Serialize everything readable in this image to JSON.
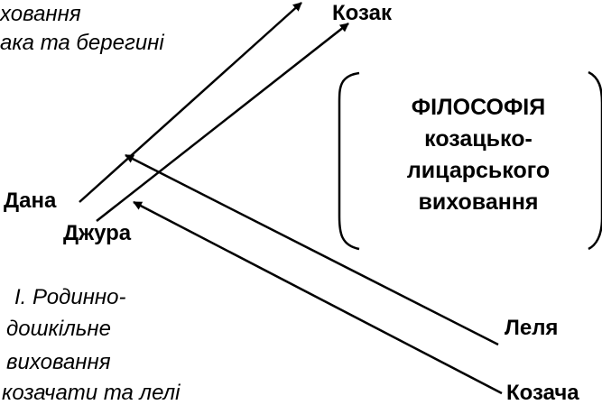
{
  "header": {
    "line1": "ховання",
    "line2": "ака та берегині"
  },
  "nodes": {
    "kozak": "Козак",
    "dana": "Дана",
    "dzhura": "Джура",
    "lelia": "Леля",
    "kozacha": "Козача"
  },
  "philosophy": {
    "line1": "ФІЛОСОФІЯ",
    "line2": "козацько-",
    "line3": "лицарського",
    "line4": "виховання"
  },
  "stage": {
    "line1": "І. Родинно-",
    "line2": "дошкільне",
    "line3": "виховання",
    "line4": "козачати та лелі"
  }
}
